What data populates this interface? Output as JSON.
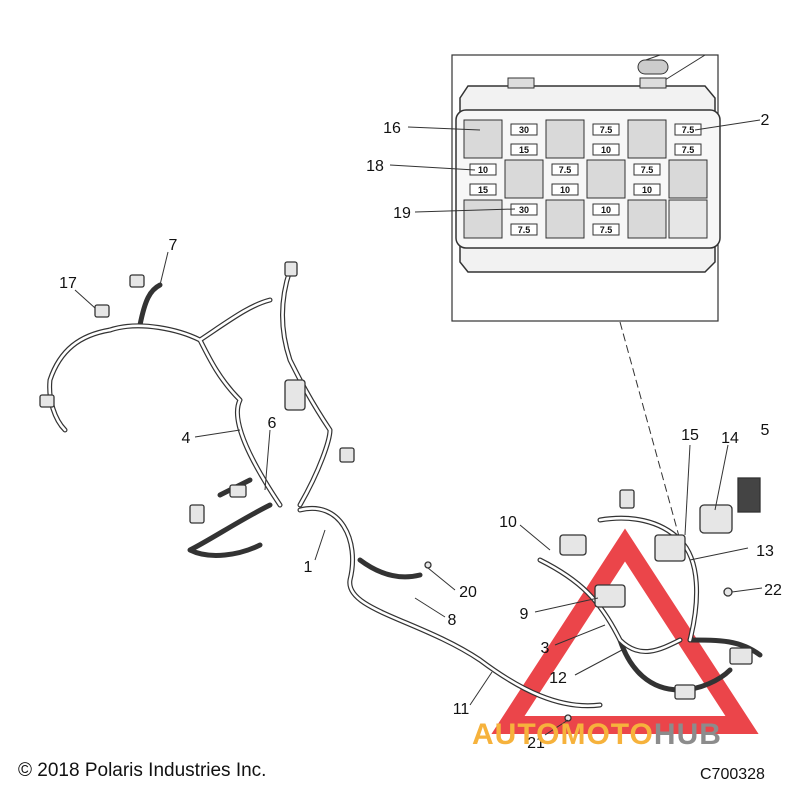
{
  "callouts": {
    "c1": "1",
    "c2": "2",
    "c3": "3",
    "c4": "4",
    "c5": "5",
    "c6": "6",
    "c7": "7",
    "c8": "8",
    "c9": "9",
    "c10": "10",
    "c11": "11",
    "c12": "12",
    "c13": "13",
    "c14": "14",
    "c15": "15",
    "c16": "16",
    "c17": "17",
    "c18": "18",
    "c19": "19",
    "c20": "20",
    "c21": "21",
    "c22": "22"
  },
  "fuse_box": {
    "fuse_ratings": {
      "f_a1": "30",
      "f_a2": "15",
      "f_b1": "7.5",
      "f_b2": "10",
      "f_c1": "7.5",
      "f_c2": "7.5",
      "f_d1": "10",
      "f_d2": "15",
      "f_e1": "7.5",
      "f_e2": "10",
      "f_f1": "7.5",
      "f_f2": "10",
      "f_g1": "30",
      "f_g2": "7.5",
      "f_h1": "10",
      "f_h2": "7.5"
    }
  },
  "footer": {
    "copyright": "© 2018 Polaris Industries Inc.",
    "diagram_code": "C700328"
  },
  "watermark": {
    "part1": "AUTOMOTO",
    "part2": "HUB",
    "color_primary": "#f6b23c",
    "color_secondary": "#8c8c8c",
    "triangle_color": "#e8242a"
  }
}
